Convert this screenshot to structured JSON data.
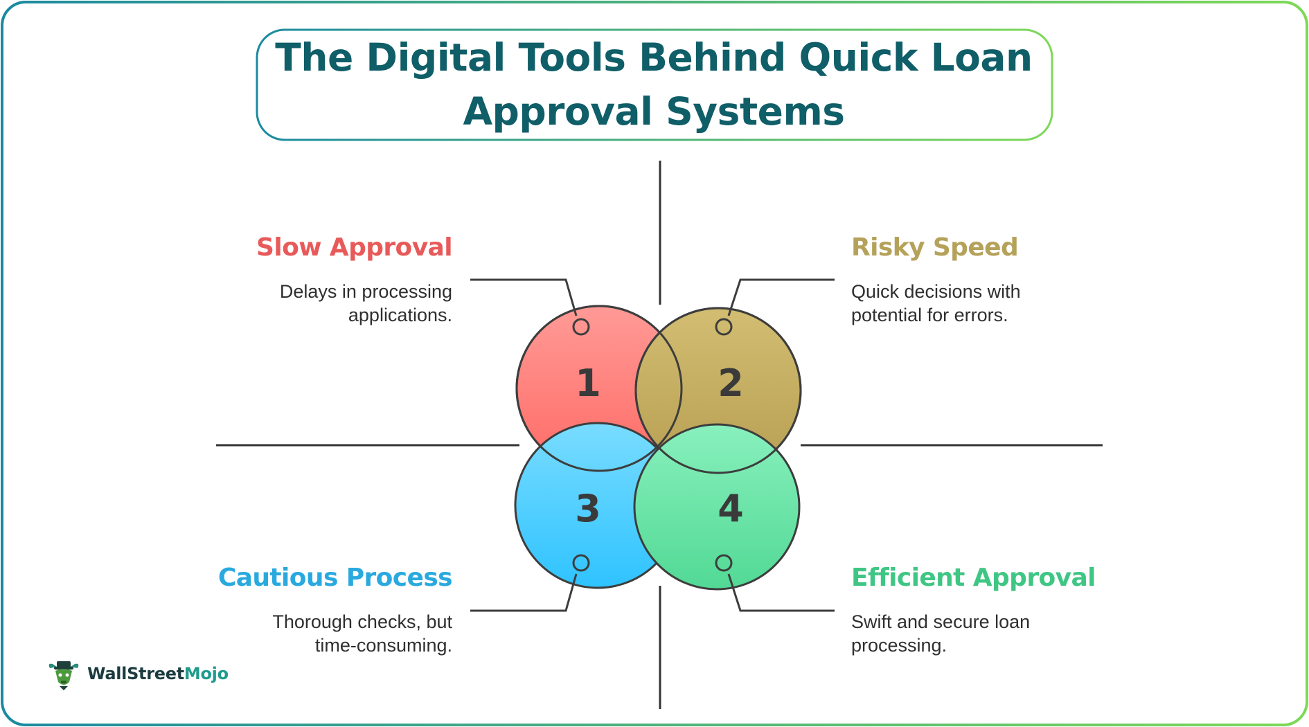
{
  "title": "The Digital Tools Behind Quick Loan Approval Systems",
  "quadrants": [
    {
      "number": "1",
      "title": "Slow Approval",
      "description": "Delays in processing applications.",
      "color": "#e85a5a",
      "fill": "#ff8580"
    },
    {
      "number": "2",
      "title": "Risky Speed",
      "description": "Quick decisions with potential for errors.",
      "color": "#b5a25a",
      "fill": "#c9b468"
    },
    {
      "number": "3",
      "title": "Cautious Process",
      "description": "Thorough checks, but time-consuming.",
      "color": "#2aa9df",
      "fill": "#4fcfff"
    },
    {
      "number": "4",
      "title": "Efficient Approval",
      "description": "Swift and secure loan processing.",
      "color": "#3fc684",
      "fill": "#6ee5a8"
    }
  ],
  "logo": {
    "part1": "WallStreet",
    "part2": "Mojo"
  },
  "colors": {
    "title": "#0f5e68",
    "border_start": "#1a8aa0",
    "border_end": "#7ed957"
  }
}
